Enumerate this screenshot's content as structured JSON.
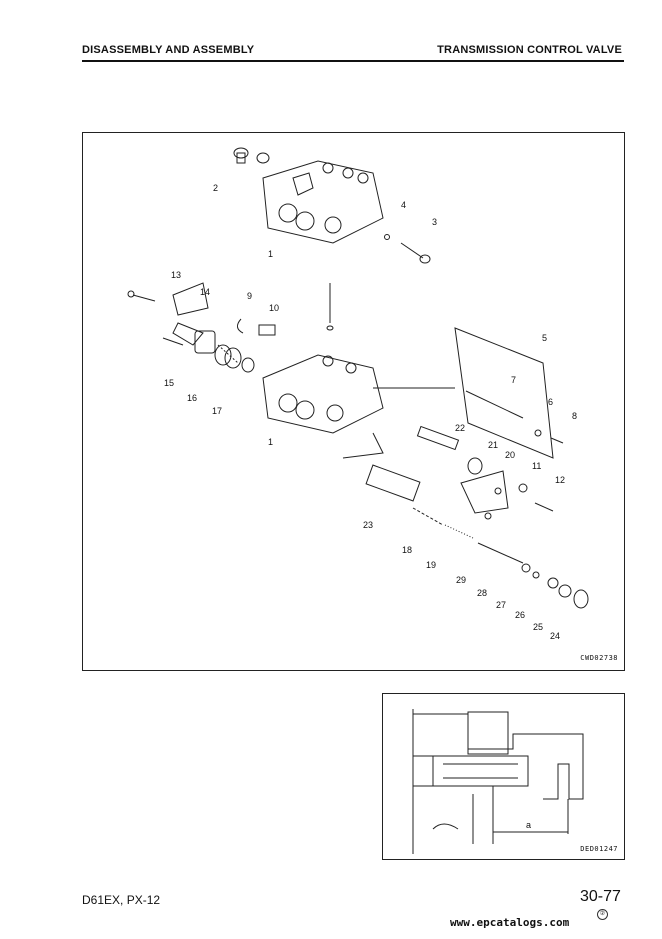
{
  "header": {
    "left": "DISASSEMBLY AND ASSEMBLY",
    "right": "TRANSMISSION CONTROL VALVE"
  },
  "figure": {
    "code": "CWD02738",
    "part_labels": [
      "1",
      "2",
      "3",
      "4",
      "1",
      "5",
      "6",
      "7",
      "8",
      "9",
      "10",
      "11",
      "12",
      "13",
      "14",
      "15",
      "16",
      "17",
      "18",
      "19",
      "20",
      "21",
      "22",
      "23",
      "24",
      "25",
      "26",
      "27",
      "28",
      "29"
    ]
  },
  "detail": {
    "code": "DED01247",
    "dimension_label": "a"
  },
  "footer": {
    "model": "D61EX, PX-12",
    "page": "30-77",
    "watermark": "www.epcatalogs.com",
    "circle_mark": "②"
  }
}
